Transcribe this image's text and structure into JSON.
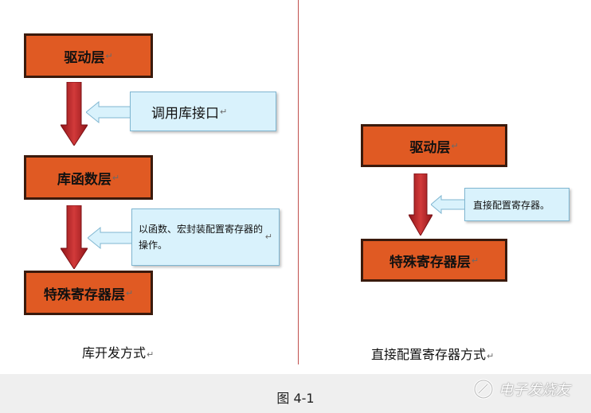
{
  "left": {
    "layers": [
      "驱动层",
      "库函数层",
      "特殊寄存器层"
    ],
    "notes": [
      "调用库接口",
      "以函数、宏封装配置寄存器的操作。"
    ],
    "caption": "库开发方式"
  },
  "right": {
    "layers": [
      "驱动层",
      "特殊寄存器层"
    ],
    "note": "直接配置寄存器。",
    "caption": "直接配置寄存器方式"
  },
  "paragraph_mark": "↵",
  "figure_label": "图 4-1",
  "watermark": "电子发烧友",
  "colors": {
    "layer_fill": "#e05a23",
    "layer_border": "#3a1a0c",
    "arrow_red": "#b8252a",
    "note_fill": "#d9f2fc",
    "divider": "#c0504d"
  }
}
